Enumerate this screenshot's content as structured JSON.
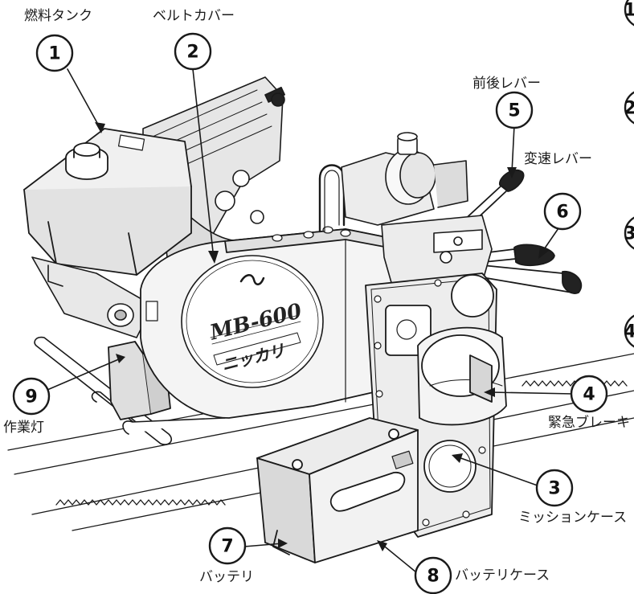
{
  "colors": {
    "ink": "#1a1a1a",
    "body": "#f2f2f2",
    "shade": "#d8d8d8",
    "dark": "#8a8a8a",
    "black": "#222222",
    "paper": "#ffffff"
  },
  "callouts": [
    {
      "number": "1",
      "label": "燃料タンク"
    },
    {
      "number": "2",
      "label": "ベルトカバー"
    },
    {
      "number": "3",
      "label": "ミッションケース"
    },
    {
      "number": "4",
      "label": "緊急ブレーキ"
    },
    {
      "number": "5",
      "label": "前後レバー"
    },
    {
      "number": "6",
      "label": "変速レバー"
    },
    {
      "number": "7",
      "label": "バッテリ"
    },
    {
      "number": "8",
      "label": "バッテリケース"
    },
    {
      "number": "9",
      "label": "作業灯"
    }
  ],
  "right_edge_numbers": [
    "1",
    "2",
    "3",
    "4"
  ],
  "plate": {
    "model": "MB-600",
    "brand": "ニッカリ"
  }
}
